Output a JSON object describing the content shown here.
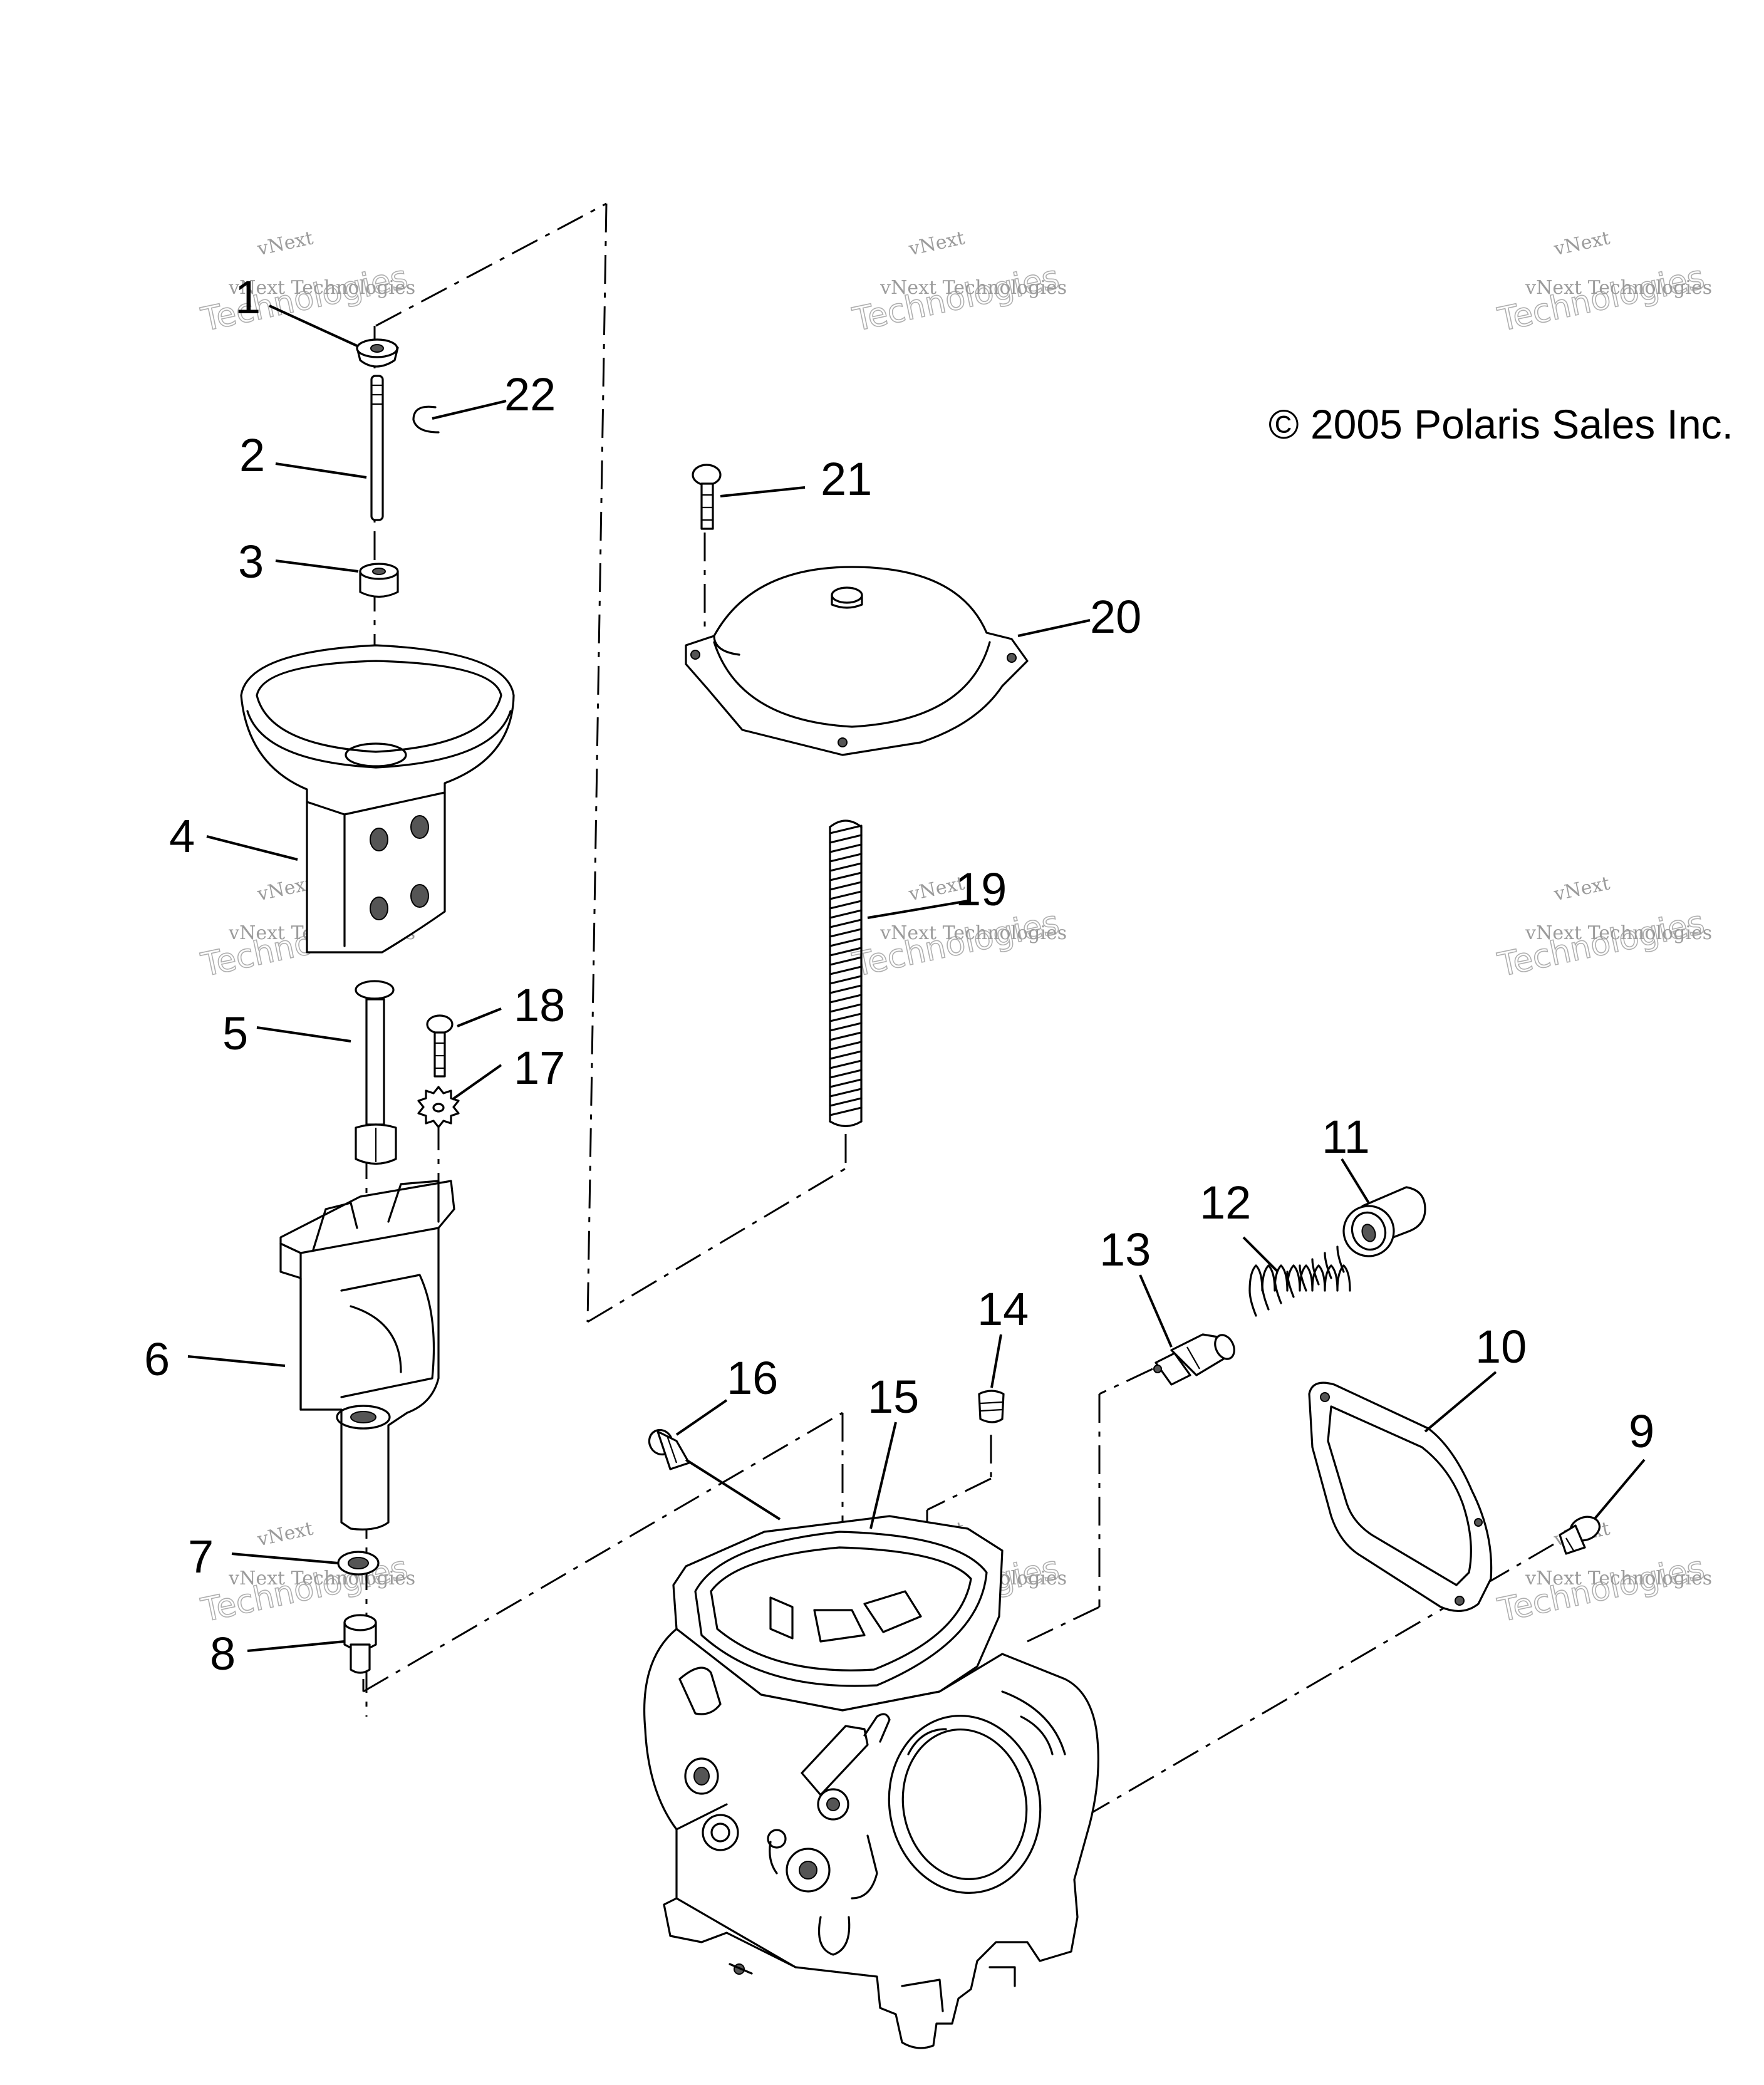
{
  "copyright": "© 2005 Polaris Sales Inc.",
  "callouts": [
    "1",
    "2",
    "3",
    "4",
    "5",
    "6",
    "7",
    "8",
    "9",
    "10",
    "11",
    "12",
    "13",
    "14",
    "15",
    "16",
    "17",
    "18",
    "19",
    "20",
    "21",
    "22"
  ],
  "watermark": {
    "line1": "vNext",
    "line2": "vNext Technologies",
    "line3": "Technologies"
  }
}
